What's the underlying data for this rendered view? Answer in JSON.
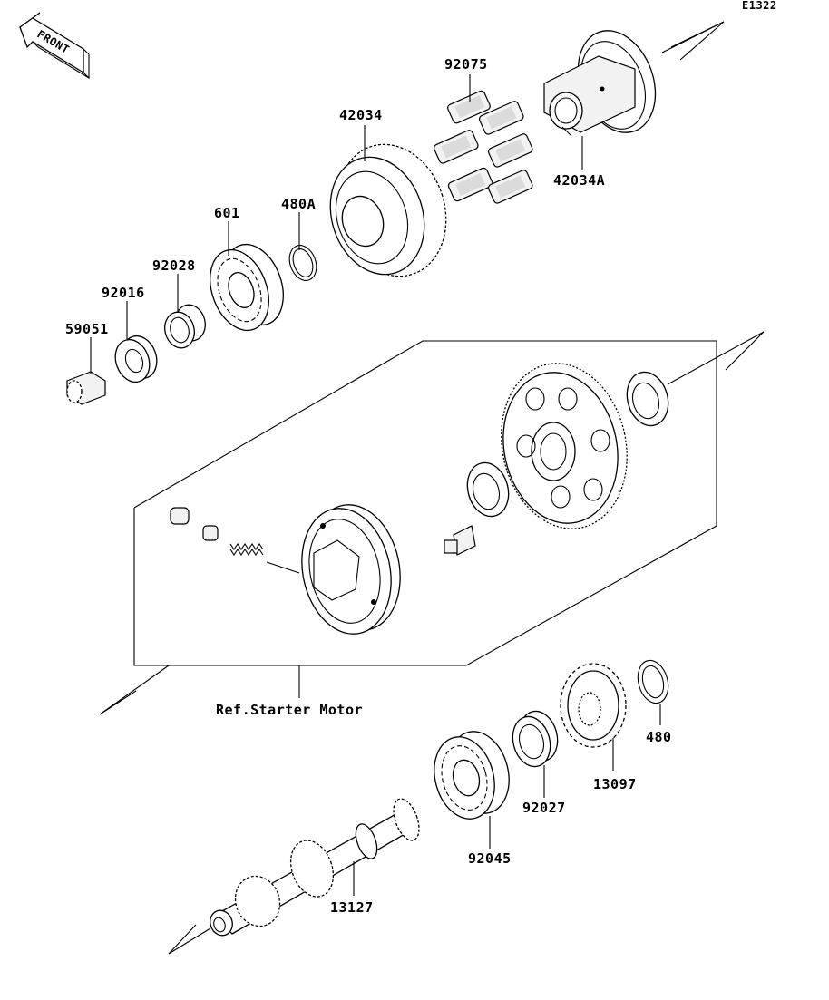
{
  "diagram_id": "E1322",
  "front_label": "FRONT",
  "reference_label": "Ref.Starter Motor",
  "parts": {
    "p92075": "92075",
    "p42034": "42034",
    "p42034A": "42034A",
    "p480A": "480A",
    "p601": "601",
    "p92028": "92028",
    "p92016": "92016",
    "p59051": "59051",
    "p480": "480",
    "p13097": "13097",
    "p92027": "92027",
    "p92045": "92045",
    "p13127": "13127"
  }
}
